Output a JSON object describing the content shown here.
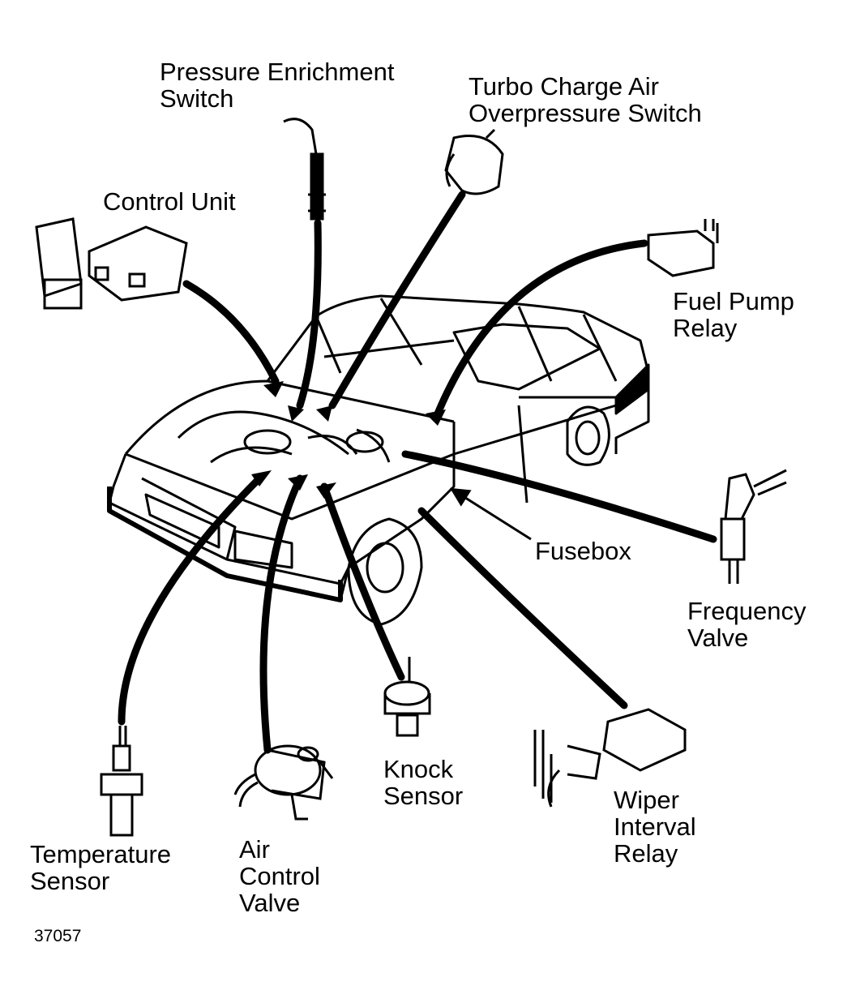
{
  "labels": {
    "pressure_enrichment_switch": [
      "Pressure Enrichment",
      "Switch"
    ],
    "turbo_charge_air_overpressure_switch": [
      "Turbo Charge Air",
      "Overpressure Switch"
    ],
    "control_unit": [
      "Control Unit"
    ],
    "fuel_pump_relay": [
      "Fuel Pump",
      "Relay"
    ],
    "fusebox": [
      "Fusebox"
    ],
    "frequency_valve": [
      "Frequency",
      "Valve"
    ],
    "knock_sensor": [
      "Knock",
      "Sensor"
    ],
    "wiper_interval_relay": [
      "Wiper",
      "Interval",
      "Relay"
    ],
    "temperature_sensor": [
      "Temperature",
      "Sensor"
    ],
    "air_control_valve": [
      "Air",
      "Control",
      "Valve"
    ]
  },
  "figure_id": "37057"
}
